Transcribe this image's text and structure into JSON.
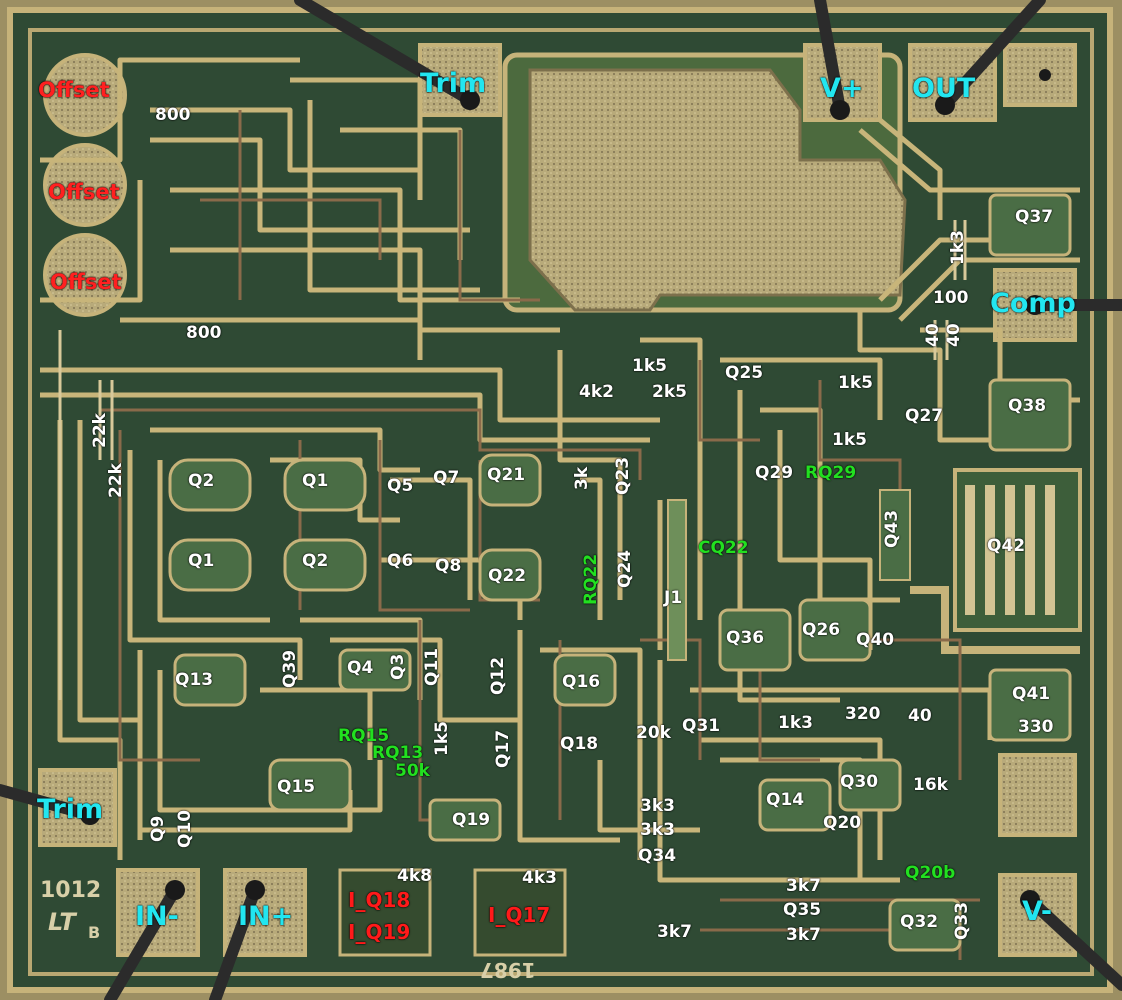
{
  "colors": {
    "substrate": "#2f4a34",
    "metal": "#c9b678",
    "pad": "#b7a676",
    "pin_label": "#22e6f0",
    "offset_label": "#ff2020",
    "component_label": "#ffffff",
    "green_label": "#22e020"
  },
  "pins": {
    "trim_top": "Trim",
    "v_plus": "V+",
    "out": "OUT",
    "comp": "Comp",
    "trim_left": "Trim",
    "in_minus": "IN-",
    "in_plus": "IN+",
    "v_minus": "V-"
  },
  "offsets": [
    "Offset",
    "Offset",
    "Offset"
  ],
  "red_labels": {
    "q18": "I_Q18",
    "q19": "I_Q19",
    "q17": "I_Q17"
  },
  "green_labels": {
    "rq29": "RQ29",
    "cq22": "CQ22",
    "rq22": "RQ22",
    "rq15": "RQ15",
    "rq13": "RQ13",
    "r50k": "50k",
    "q20b": "Q20b"
  },
  "transistors": {
    "q2a": "Q2",
    "q1a": "Q1",
    "q5": "Q5",
    "q7": "Q7",
    "q21": "Q21",
    "q1b": "Q1",
    "q2b": "Q2",
    "q6": "Q6",
    "q8": "Q8",
    "q22": "Q22",
    "q23": "Q23",
    "q24": "Q24",
    "j1": "J1",
    "q25": "Q25",
    "q27": "Q27",
    "q29": "Q29",
    "q43": "Q43",
    "q42": "Q42",
    "q37": "Q37",
    "q38": "Q38",
    "q36": "Q36",
    "q26": "Q26",
    "q40": "Q40",
    "q41": "Q41",
    "q13": "Q13",
    "q39": "Q39",
    "q4": "Q4",
    "q3": "Q3",
    "q11": "Q11",
    "q12": "Q12",
    "q16": "Q16",
    "q17": "Q17",
    "q18": "Q18",
    "q31": "Q31",
    "q15": "Q15",
    "q19": "Q19",
    "q14": "Q14",
    "q30": "Q30",
    "q20": "Q20",
    "q34": "Q34",
    "q35": "Q35",
    "q32": "Q32",
    "q33": "Q33",
    "q9": "Q9",
    "q10": "Q10"
  },
  "resistors": {
    "r800a": "800",
    "r800b": "800",
    "r22ka": "22k",
    "r22kb": "22k",
    "r1k3a": "1k3",
    "r100": "100",
    "r40a": "40",
    "r40b": "40",
    "r1k5a": "1k5",
    "r4k2": "4k2",
    "r2k5": "2k5",
    "r1k5b": "1k5",
    "r1k5c": "1k5",
    "r3k": "3k",
    "r1k5d": "1k5",
    "r20k": "20k",
    "r1k3b": "1k3",
    "r320": "320",
    "r40c": "40",
    "r330": "330",
    "r16k": "16k",
    "r3k3a": "3k3",
    "r3k3b": "3k3",
    "r4k8": "4k8",
    "r4k3": "4k3",
    "r3k7a": "3k7",
    "r3k7b": "3k7",
    "r3k7c": "3k7"
  },
  "die_markings": {
    "part": "1012",
    "logo": "LT",
    "rev": "B",
    "year": "1987"
  }
}
